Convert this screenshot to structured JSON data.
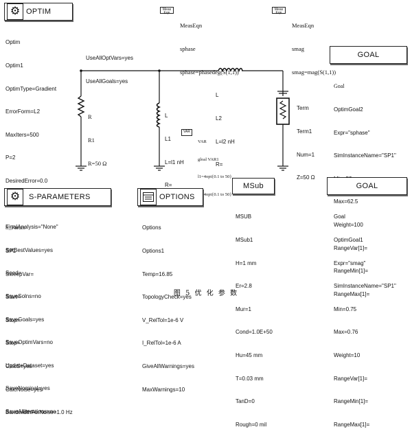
{
  "optim": {
    "header": "OPTIM",
    "lines": [
      "Optim",
      "Optim1",
      "OptimType=Gradient",
      "ErrorForm=L2",
      "MaxIters=500",
      "P=2",
      "DesiredError=0.0",
      "StatusLevel=4",
      "FinalAnalysis=\"None\"",
      "SetBestValues=yes",
      "Seed=",
      "SaveSolns=no",
      "SaveGoals=yes",
      "SaveOptimVars=no",
      "UpdateDataset=yes",
      "SaveNominal=yes",
      "SaveAllIterations=no"
    ],
    "extra": [
      "UseAllOptVars=yes",
      "UseAllGoals=yes"
    ]
  },
  "meas1": {
    "icon_text": "Meas Eqn",
    "lines": [
      "MeasEqn",
      "sphase",
      "sphase=phasedeg(S(1,1))"
    ]
  },
  "meas2": {
    "icon_text": "Meas Eqn",
    "lines": [
      "MeasEqn",
      "smag",
      "smag=mag(S(1,1))"
    ]
  },
  "goal1": {
    "header": "GOAL",
    "lines": [
      "Goal",
      "OptimGoal2",
      "Expr=\"sphase\"",
      "SimInstanceName=\"SP1\"",
      "Min=52",
      "Max=62.5",
      "Weight=100",
      "RangeVar[1]=",
      "RangeMin[1]=",
      "RangeMax[1]="
    ]
  },
  "goal2": {
    "header": "GOAL",
    "lines": [
      "Goal",
      "OptimGoal1",
      "Expr=\"smag\"",
      "SimInstanceName=\"SP1\"",
      "Min=0.75",
      "Max=0.76",
      "Weight=10",
      "RangeVar[1]=",
      "RangeMin[1]=",
      "RangeMax[1]="
    ]
  },
  "r1": {
    "lines": [
      "R",
      "R1",
      "R=50 Ω"
    ]
  },
  "l1": {
    "lines": [
      "L",
      "L1",
      "L=l1 nH",
      "R="
    ]
  },
  "l2": {
    "lines": [
      "L",
      "L2",
      "L=l2 nH",
      "R="
    ]
  },
  "term": {
    "lines": [
      "Term",
      "Term1",
      "Num=1",
      "Z=50 Ω"
    ]
  },
  "var": {
    "icon_text": "VAR",
    "lines": [
      "VAR",
      "gloal VAR1",
      "l1=4opt{0.1 to 50}",
      "l2=4opt{0.1 to 50}"
    ]
  },
  "sparam": {
    "header": "S-PARAMETERS",
    "lines": [
      "S_Param",
      "SP1",
      "SweepVar=",
      "Start=",
      "Stop=",
      "Step=",
      "CalcS=yes",
      "CalcNoise=yes",
      "BandwidthForNoise=1.0 Hz"
    ]
  },
  "options": {
    "header": "OPTIONS",
    "lines": [
      "Options",
      "Options1",
      "Temp=16.85",
      "TopologyCheck=yes",
      "V_RelTol=1e-6 V",
      "I_RelTol=1e-6 A",
      "GiveAllWarnings=yes",
      "MaxWarnings=10"
    ]
  },
  "msub": {
    "header": "MSub",
    "lines": [
      "MSUB",
      "MSub1",
      "H=1 mm",
      "Er=2.8",
      "Mur=1",
      "Cond=1.0E+50",
      "Hu=45 mm",
      "T=0.03 mm",
      "TanD=0",
      "Rough=0 mil"
    ]
  },
  "caption": "图 5  优 化 参 数"
}
